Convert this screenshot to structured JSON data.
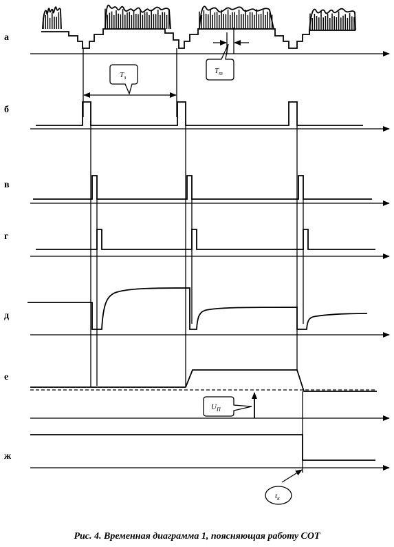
{
  "rows": [
    "а",
    "б",
    "в",
    "г",
    "д",
    "е",
    "ж"
  ],
  "labels": {
    "tz": "T",
    "tz_sub": "з",
    "tt": "T",
    "tt_sub": "т",
    "up": "U",
    "up_sub": "П",
    "tk": "t",
    "tk_sub": "к"
  },
  "caption": "Рис. 4. Временная диаграмма 1, поясняющая работу СОТ"
}
